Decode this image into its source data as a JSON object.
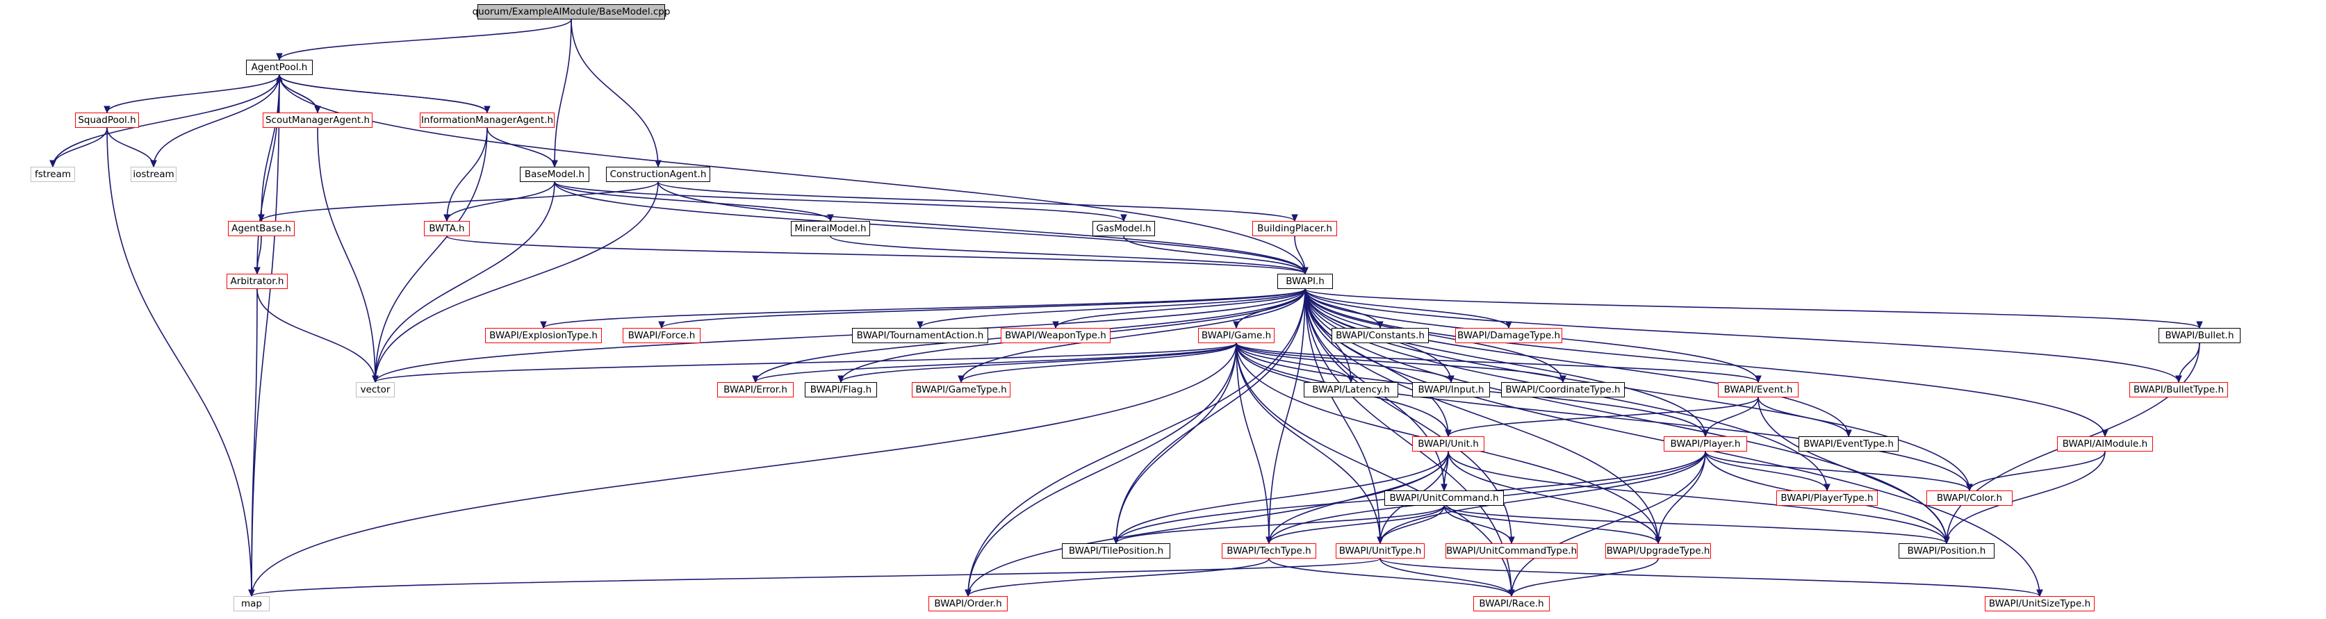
{
  "colors": {
    "edge": "#191970",
    "node_border_documented": "#000000",
    "node_border_incomplete": "#ff0000",
    "node_border_external": "#bfbfbf",
    "root_fill": "#bfbfbf"
  },
  "nodes": {
    "root": "quorum/ExampleAIModule/BaseModel.cpp",
    "agentpool": "AgentPool.h",
    "squadpool": "SquadPool.h",
    "fstream": "fstream",
    "iostream": "iostream",
    "scoutmgr": "ScoutManagerAgent.h",
    "infomgr": "InformationManagerAgent.h",
    "basemodel": "BaseModel.h",
    "construction": "ConstructionAgent.h",
    "agentbase": "AgentBase.h",
    "bwta": "BWTA.h",
    "mineral": "MineralModel.h",
    "gasmodel": "GasModel.h",
    "buildingplacer": "BuildingPlacer.h",
    "arbitrator": "Arbitrator.h",
    "bwapi": "BWAPI.h",
    "vector": "vector",
    "map": "map",
    "explosiontype": "BWAPI/ExplosionType.h",
    "force": "BWAPI/Force.h",
    "tournament": "BWAPI/TournamentAction.h",
    "weapontype": "BWAPI/WeaponType.h",
    "game": "BWAPI/Game.h",
    "constants": "BWAPI/Constants.h",
    "damagetype": "BWAPI/DamageType.h",
    "bullet": "BWAPI/Bullet.h",
    "error": "BWAPI/Error.h",
    "flag": "BWAPI/Flag.h",
    "gametype": "BWAPI/GameType.h",
    "latency": "BWAPI/Latency.h",
    "input": "BWAPI/Input.h",
    "coordinatetype": "BWAPI/CoordinateType.h",
    "event": "BWAPI/Event.h",
    "bullettype": "BWAPI/BulletType.h",
    "unit": "BWAPI/Unit.h",
    "player": "BWAPI/Player.h",
    "eventtype": "BWAPI/EventType.h",
    "aimodule": "BWAPI/AIModule.h",
    "unitcommand": "BWAPI/UnitCommand.h",
    "playertype": "BWAPI/PlayerType.h",
    "color": "BWAPI/Color.h",
    "tileposition": "BWAPI/TilePosition.h",
    "techtype": "BWAPI/TechType.h",
    "unittype": "BWAPI/UnitType.h",
    "unitcommandtype": "BWAPI/UnitCommandType.h",
    "upgradetype": "BWAPI/UpgradeType.h",
    "position": "BWAPI/Position.h",
    "order": "BWAPI/Order.h",
    "race": "BWAPI/Race.h",
    "unitsizetype": "BWAPI/UnitSizeType.h"
  }
}
